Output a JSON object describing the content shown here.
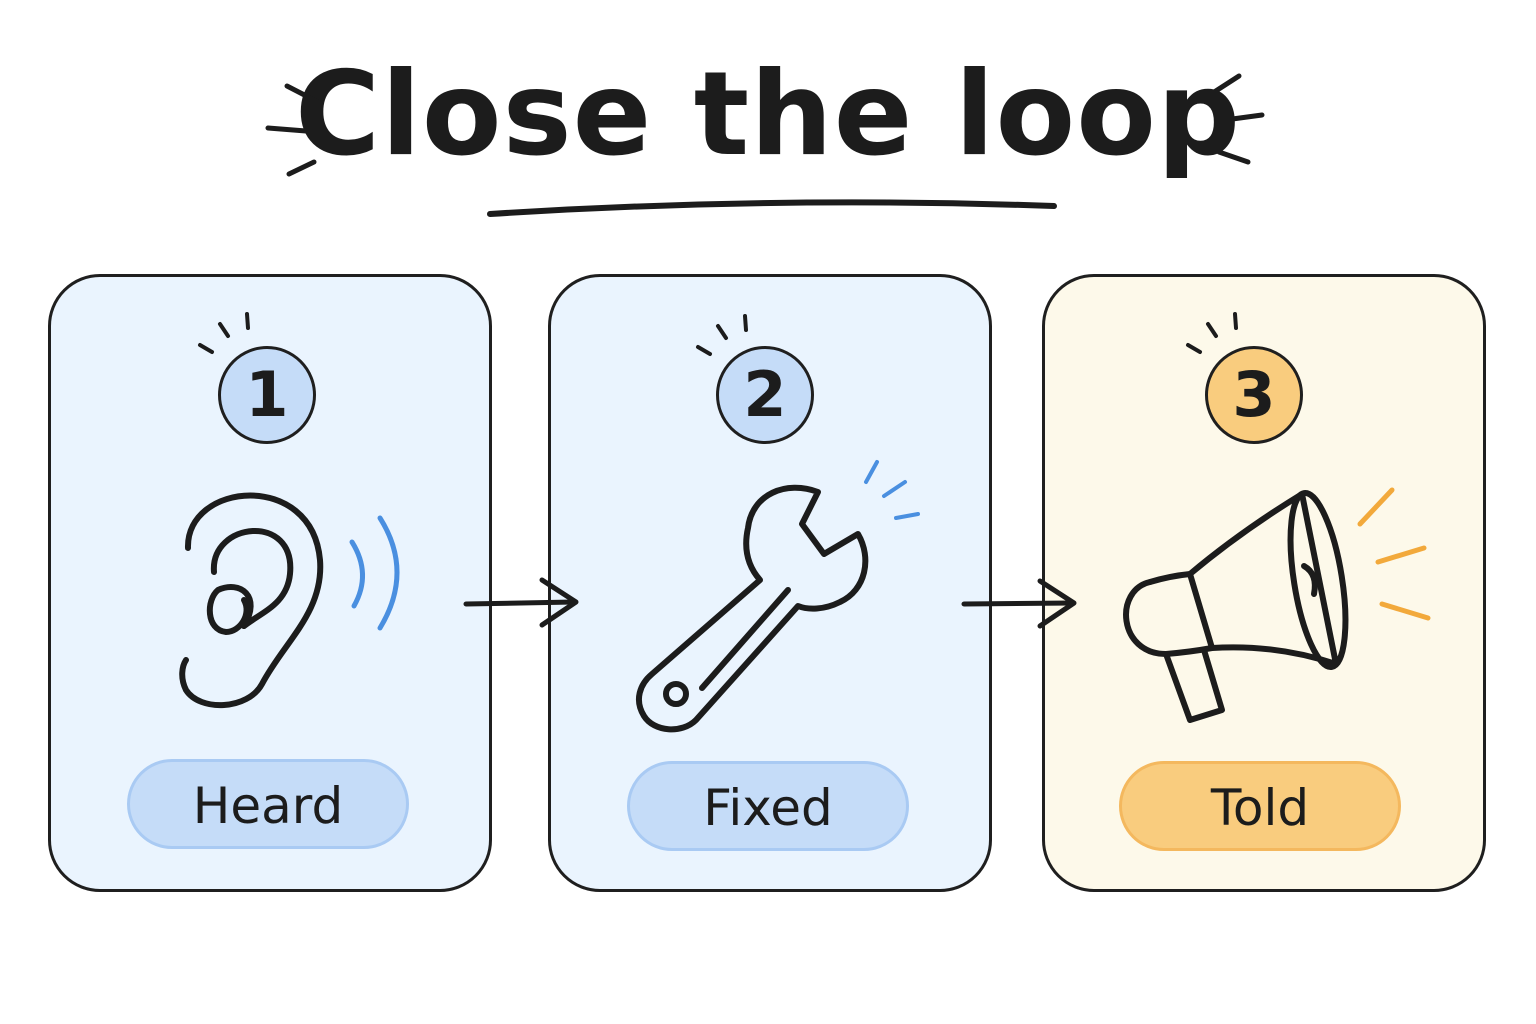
{
  "title": "Close the loop",
  "steps": [
    {
      "number": "1",
      "label": "Heard",
      "icon": "ear-icon",
      "accent": "#c5dcf8"
    },
    {
      "number": "2",
      "label": "Fixed",
      "icon": "wrench-icon",
      "accent": "#c5dcf8"
    },
    {
      "number": "3",
      "label": "Told",
      "icon": "megaphone-icon",
      "accent": "#f9cc7e"
    }
  ],
  "colors": {
    "ink": "#1c1c1c",
    "blue_card": "#eaf4fe",
    "cream_card": "#fdf9ea",
    "blue_accent": "#4a8fe0",
    "orange_accent": "#f2a93b"
  }
}
